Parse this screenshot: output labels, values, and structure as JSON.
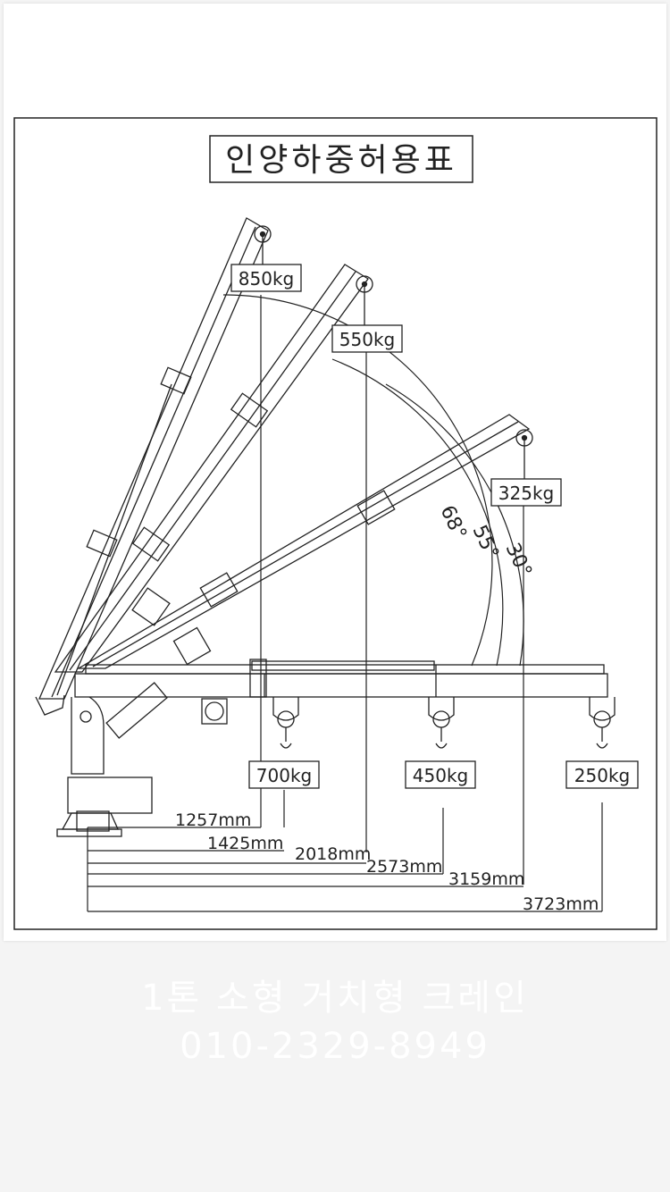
{
  "diagram": {
    "title": "인양하중허용표",
    "loads": {
      "angled_68": "850kg",
      "angled_55": "550kg",
      "angled_30": "325kg",
      "horizontal_1": "700kg",
      "horizontal_2": "450kg",
      "horizontal_3": "250kg"
    },
    "angles": {
      "a68": "68°",
      "a55": "55°",
      "a30": "30°"
    },
    "distances": {
      "d1": "1257mm",
      "d2": "1425mm",
      "d3": "2018mm",
      "d4": "2573mm",
      "d5": "3159mm",
      "d6": "3723mm"
    }
  },
  "caption": {
    "line1": "1톤 소형 거치형 크레인",
    "line2": "010-2329-8949"
  }
}
